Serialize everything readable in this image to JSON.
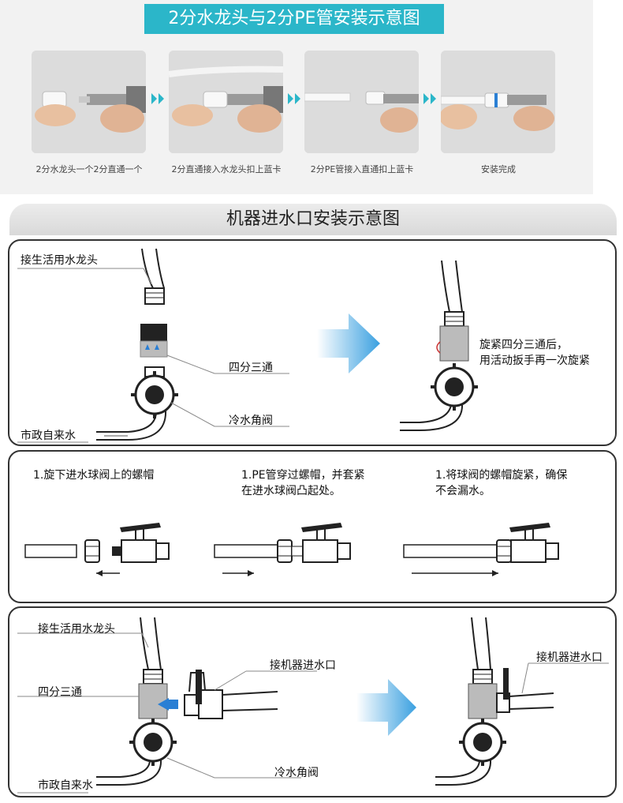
{
  "top_section": {
    "title": "2分水龙头与2分PE管安装示意图",
    "steps": [
      {
        "caption": "2分水龙头一个2分直通一个"
      },
      {
        "caption": "2分直通接入水龙头扣上蓝卡"
      },
      {
        "caption": "2分PE管接入直通扣上蓝卡"
      },
      {
        "caption": "安装完成"
      }
    ],
    "arrow_color": "#2bb6c9"
  },
  "section_title": "机器进水口安装示意图",
  "panel1": {
    "faucet_label": "接生活用水龙头",
    "tee_label": "四分三通",
    "valve_label": "冷水角阀",
    "supply_label": "市政自来水",
    "note": "旋紧四分三通后，\n用活动扳手再一次旋紧"
  },
  "panel2": {
    "step1": "1.旋下进水球阀上的螺帽",
    "step2": "1.PE管穿过螺帽，并套紧\n在进水球阀凸起处。",
    "step3": "1.将球阀的螺帽旋紧，确保\n不会漏水。"
  },
  "panel3": {
    "faucet_label": "接生活用水龙头",
    "tee_label": "四分三通",
    "valve_label": "冷水角阀",
    "supply_label": "市政自来水",
    "inlet_label_left": "接机器进水口",
    "inlet_label_right": "接机器进水口"
  },
  "colors": {
    "big_arrow": "#3aa0e0",
    "accent_blue": "#2a7fd4",
    "brand_teal": "#2bb6c9"
  }
}
